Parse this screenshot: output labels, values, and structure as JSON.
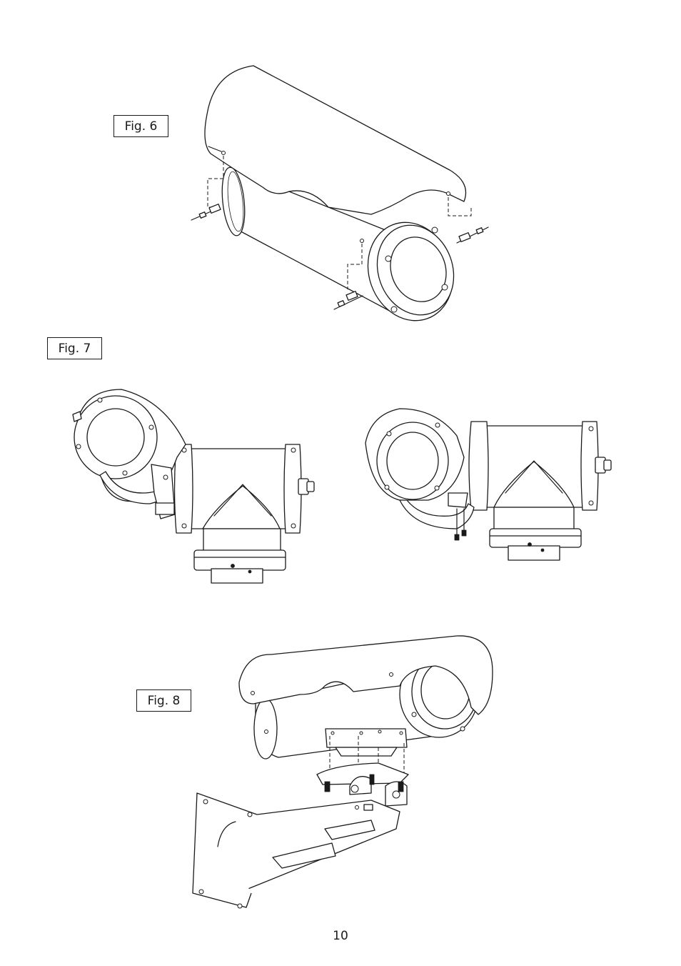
{
  "figures": [
    {
      "label": "Fig. 6",
      "icon": "camera-housing-sunshield-exploded-drawing"
    },
    {
      "label": "Fig. 7",
      "icon": "pan-tilt-housing-drawings"
    },
    {
      "label": "Fig. 8",
      "icon": "housing-wall-bracket-exploded-drawing"
    }
  ],
  "page_number": "10"
}
